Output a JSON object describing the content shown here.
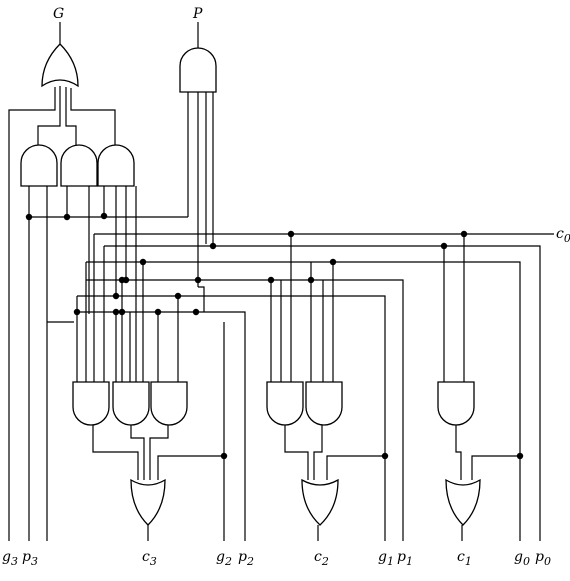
{
  "outputs": {
    "G": "G",
    "P": "P"
  },
  "carry_in": {
    "base": "c",
    "sub": "0"
  },
  "bottom_labels": [
    {
      "base": "g",
      "sub": "3"
    },
    {
      "base": "p",
      "sub": "3"
    },
    {
      "base": "c",
      "sub": "3"
    },
    {
      "base": "g",
      "sub": "2"
    },
    {
      "base": "p",
      "sub": "2"
    },
    {
      "base": "c",
      "sub": "2"
    },
    {
      "base": "g",
      "sub": "1"
    },
    {
      "base": "p",
      "sub": "1"
    },
    {
      "base": "c",
      "sub": "1"
    },
    {
      "base": "g",
      "sub": "0"
    },
    {
      "base": "p",
      "sub": "0"
    }
  ]
}
